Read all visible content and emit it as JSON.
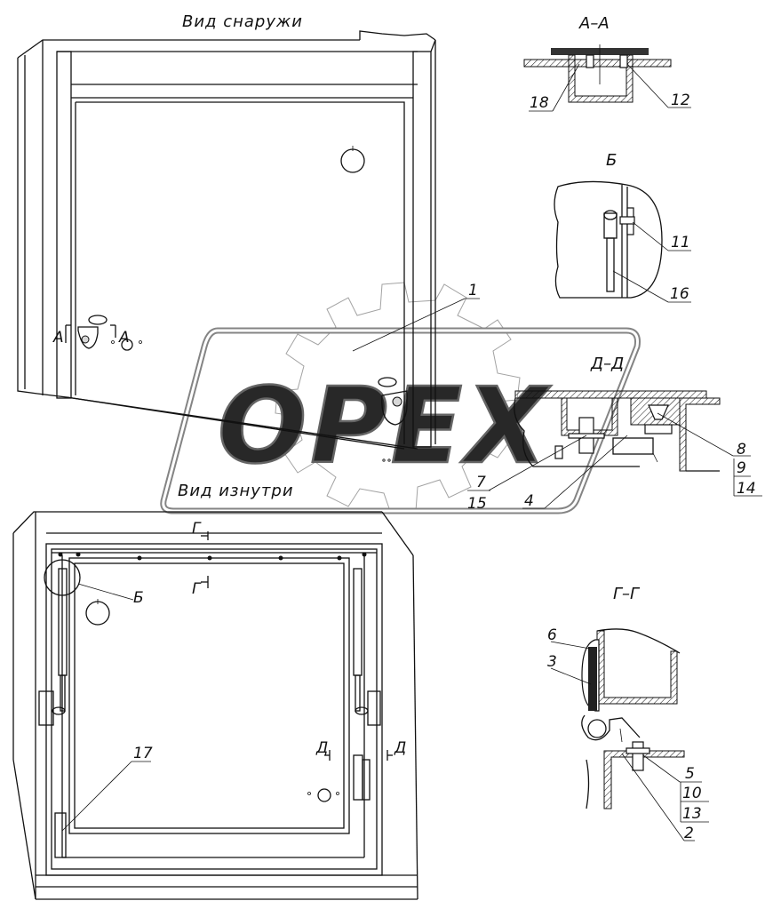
{
  "views": {
    "outside_title": "Вид снаружи",
    "inside_title": "Вид изнутри",
    "section_aa": "А–А",
    "section_b": "Б",
    "section_dd": "Д–Д",
    "section_gg": "Г–Г"
  },
  "marks": {
    "a_left": "А",
    "a_right": "А",
    "g_top": "Г",
    "g_bottom": "Г",
    "b_callout": "Б",
    "d_left": "Д",
    "d_right": "Д"
  },
  "callouts": {
    "p1": "1",
    "p2": "2",
    "p3": "3",
    "p4": "4",
    "p5": "5",
    "p6": "6",
    "p7": "7",
    "p8": "8",
    "p9": "9",
    "p10": "10",
    "p11": "11",
    "p12": "12",
    "p13": "13",
    "p14": "14",
    "p15": "15",
    "p16": "16",
    "p17": "17",
    "p18": "18"
  },
  "watermark": "OPEX"
}
